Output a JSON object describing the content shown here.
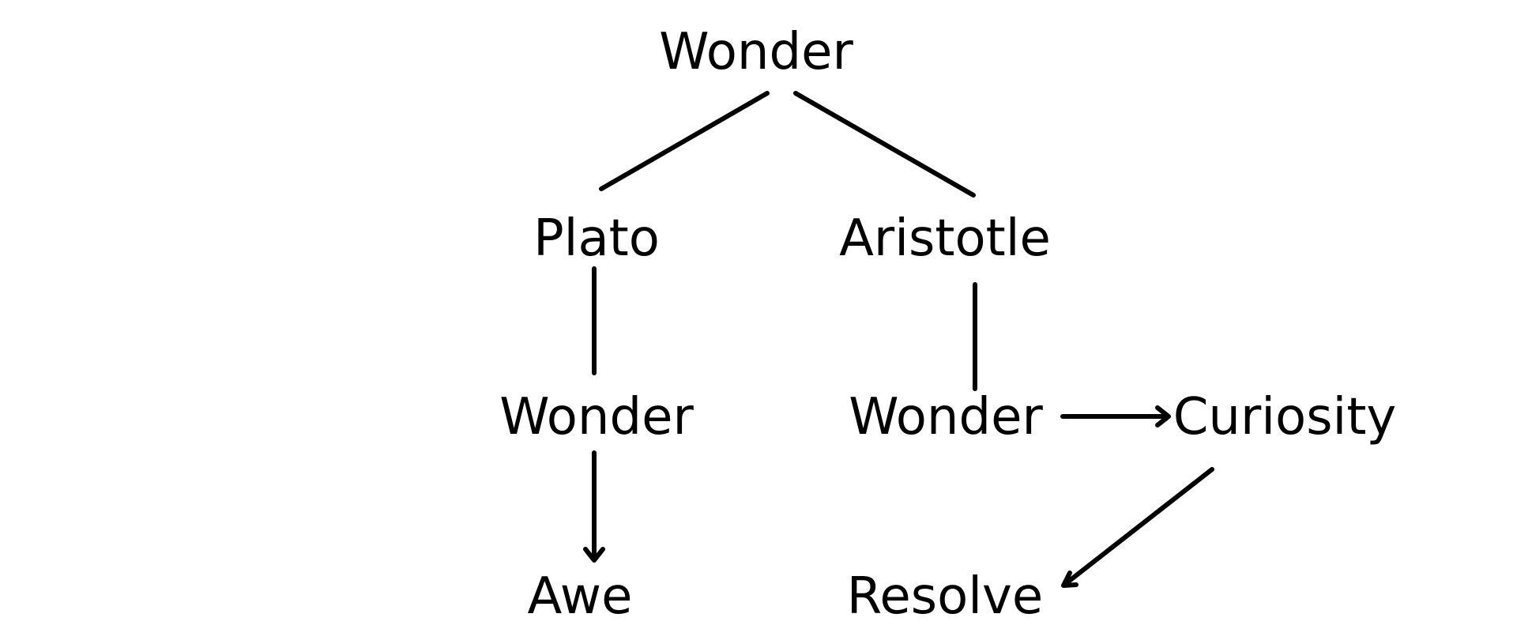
{
  "nodes": {
    "root": "Wonder",
    "plato": "Plato",
    "aristotle": "Aristotle",
    "plato_wonder": "Wonder",
    "aristotle_wonder": "Wonder",
    "curiosity": "Curiosity",
    "awe": "Awe",
    "resolve": "Resolve"
  },
  "edges": [
    {
      "from": "root",
      "to": "plato",
      "directed": false
    },
    {
      "from": "root",
      "to": "aristotle",
      "directed": false
    },
    {
      "from": "plato",
      "to": "plato_wonder",
      "directed": false
    },
    {
      "from": "aristotle",
      "to": "aristotle_wonder",
      "directed": false
    },
    {
      "from": "plato_wonder",
      "to": "awe",
      "directed": true
    },
    {
      "from": "aristotle_wonder",
      "to": "curiosity",
      "directed": true
    },
    {
      "from": "curiosity",
      "to": "resolve",
      "directed": true
    }
  ]
}
